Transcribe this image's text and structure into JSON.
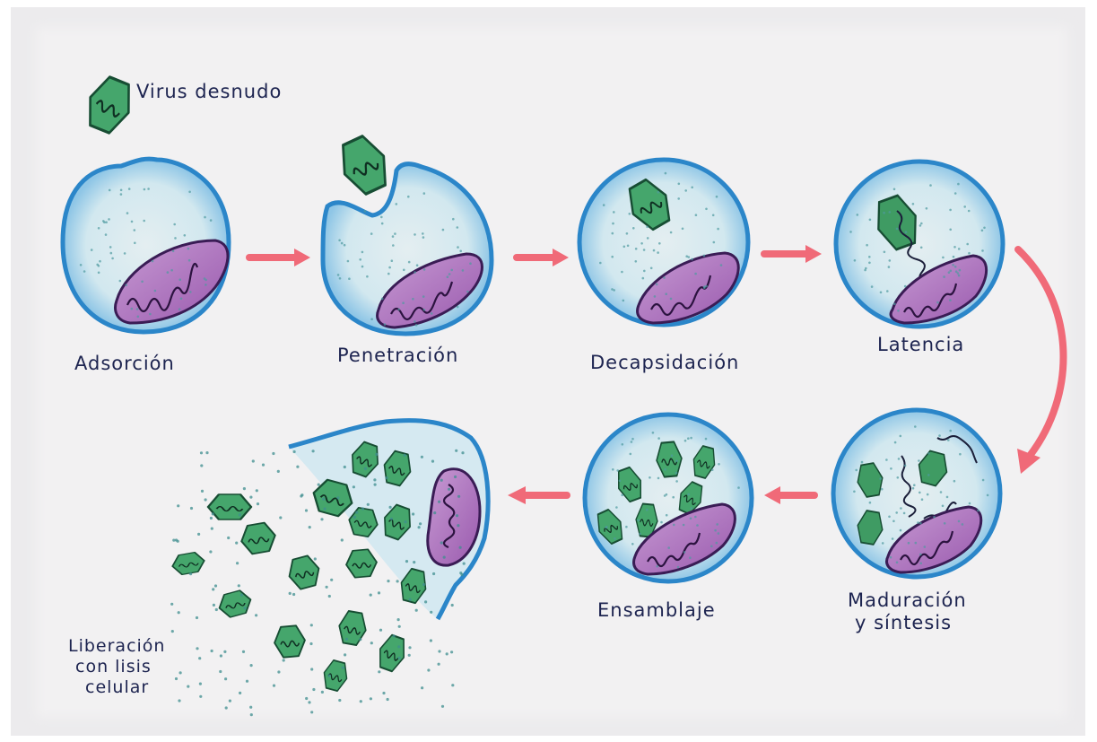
{
  "legend": {
    "label": "Virus desnudo",
    "icon": "naked-virus-icon"
  },
  "stages": [
    {
      "id": "adsorcion",
      "label": "Adsorción"
    },
    {
      "id": "penetracion",
      "label": "Penetración"
    },
    {
      "id": "decapsidacion",
      "label": "Decapsidación"
    },
    {
      "id": "latencia",
      "label": "Latencia"
    },
    {
      "id": "maduracion",
      "label_lines": [
        "Maduración",
        "y síntesis"
      ]
    },
    {
      "id": "ensamblaje",
      "label": "Ensamblaje"
    },
    {
      "id": "liberacion",
      "label_lines": [
        "Liberación",
        "con lisis",
        "celular"
      ]
    }
  ],
  "colors": {
    "cell_rim": "#2b86c9",
    "cell_fill": "#d8ecf3",
    "virus": "#3a9a63",
    "mitochondria": "#a35fb3",
    "arrow": "#f06a78",
    "ink": "#1d2450"
  }
}
